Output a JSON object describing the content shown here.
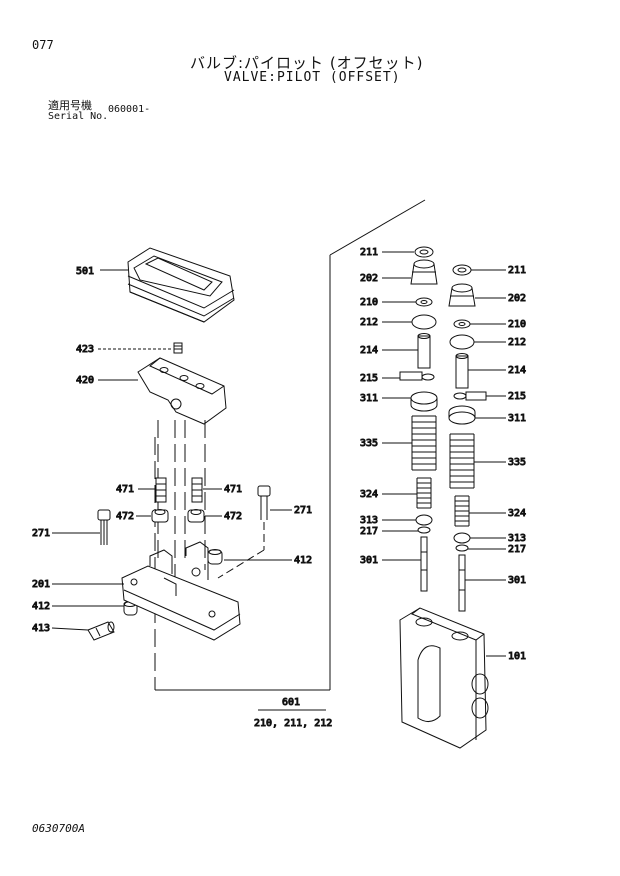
{
  "header": {
    "page_number": "077",
    "title_jp": "バルブ:パイロット (オフセット)",
    "title_en": "VALVE:PILOT (OFFSET)",
    "serial_label_jp": "適用号機",
    "serial_label_en": "Serial No.",
    "serial_value": "060001-"
  },
  "footer": {
    "code": "0630700A"
  },
  "callouts": {
    "p501": "501",
    "p423": "423",
    "p420": "420",
    "p471a": "471",
    "p471b": "471",
    "p472a": "472",
    "p472b": "472",
    "p271a": "271",
    "p271b": "271",
    "p412a": "412",
    "p412b": "412",
    "p201": "201",
    "p413": "413",
    "l211": "211",
    "l202": "202",
    "l210": "210",
    "l212": "212",
    "l214": "214",
    "l215": "215",
    "l311": "311",
    "l335": "335",
    "l324": "324",
    "l313": "313",
    "l217": "217",
    "l301": "301",
    "r211": "211",
    "r202": "202",
    "r210": "210",
    "r212": "212",
    "r214": "214",
    "r215": "215",
    "r311": "311",
    "r335": "335",
    "r324": "324",
    "r313": "313",
    "r217": "217",
    "r301": "301",
    "p101": "101",
    "kit_num": "601",
    "kit_contents": "210, 211, 212"
  }
}
